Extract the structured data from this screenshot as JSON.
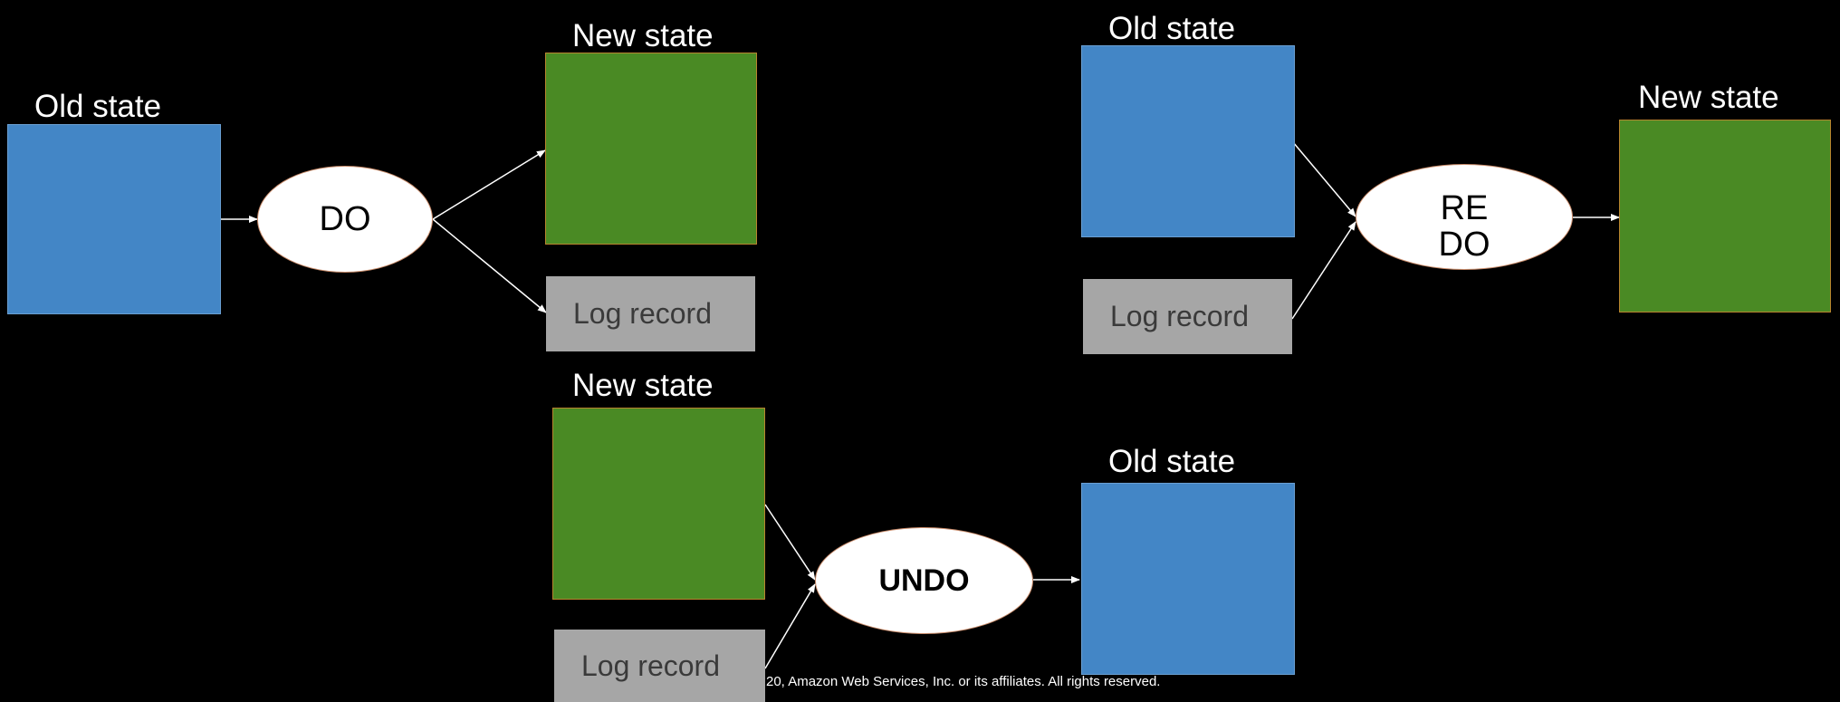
{
  "do_panel": {
    "old_state": "Old state",
    "op": "DO",
    "new_state": "New state",
    "log": "Log record"
  },
  "redo_panel": {
    "old_state": "Old state",
    "op": "REDO",
    "new_state": "New state",
    "log": "Log record"
  },
  "undo_panel": {
    "new_state": "New state",
    "op": "UNDO",
    "old_state": "Old state",
    "log": "Log record"
  },
  "footer": "20, Amazon Web Services, Inc. or its affiliates. All rights reserved.",
  "colors": {
    "old_state": "#4386c6",
    "new_state": "#4a8a24",
    "log_record": "#a6a6a6",
    "background": "#000000"
  }
}
